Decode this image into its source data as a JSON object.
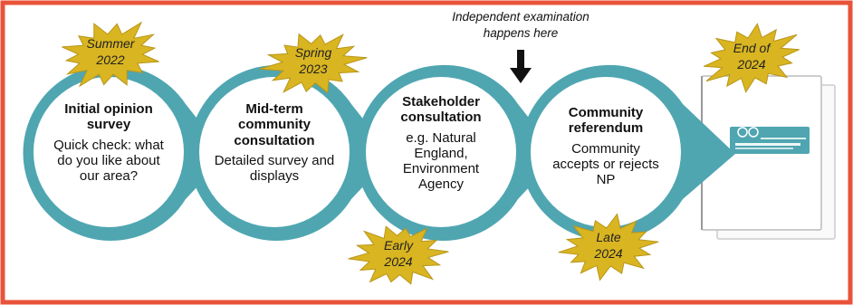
{
  "note": {
    "line1": "Independent examination",
    "line2": "happens here"
  },
  "stages": [
    {
      "title": "Initial opinion survey",
      "body": "Quick check: what do you like about our area?"
    },
    {
      "title": "Mid-term community consultation",
      "body": "Detailed survey and displays"
    },
    {
      "title": "Stakeholder consultation",
      "body": "e.g. Natural England, Environment Agency"
    },
    {
      "title": "Community referendum",
      "body": "Community accepts or rejects NP"
    }
  ],
  "stars": [
    {
      "line1": "Summer",
      "line2": "2022"
    },
    {
      "line1": "Spring",
      "line2": "2023"
    },
    {
      "line1": "Early",
      "line2": "2024"
    },
    {
      "line1": "Late",
      "line2": "2024"
    },
    {
      "line1": "End of",
      "line2": "2024"
    }
  ],
  "colors": {
    "frame": "#e8533a",
    "teal": "#4fa6b1",
    "star": "#d9b521",
    "star_edge": "#b8951a",
    "document_logo": "#4fa6b1"
  }
}
